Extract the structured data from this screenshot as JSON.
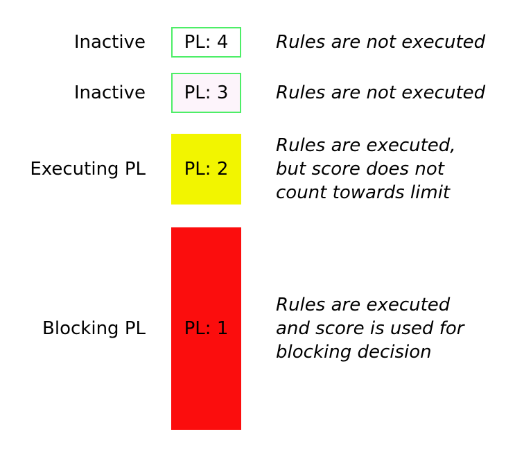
{
  "colors": {
    "border_green": "#4dee67",
    "box_pl4_bg": "#ffffff",
    "box_pl3_bg": "#fdf4fb",
    "box_pl2_bg": "#f2f500",
    "box_pl1_bg": "#fb0d0d",
    "text": "#000000"
  },
  "rows": [
    {
      "label": "Inactive",
      "box": {
        "text": "PL: 4"
      },
      "description": "Rules are not executed"
    },
    {
      "label": "Inactive",
      "box": {
        "text": "PL: 3"
      },
      "description": "Rules are not executed"
    },
    {
      "label": "Executing PL",
      "box": {
        "text": "PL: 2"
      },
      "description": "Rules are executed,\nbut score does not\ncount towards limit"
    },
    {
      "label": "Blocking PL",
      "box": {
        "text": "PL: 1"
      },
      "description": "Rules are executed\nand score is used for\nblocking decision"
    }
  ]
}
